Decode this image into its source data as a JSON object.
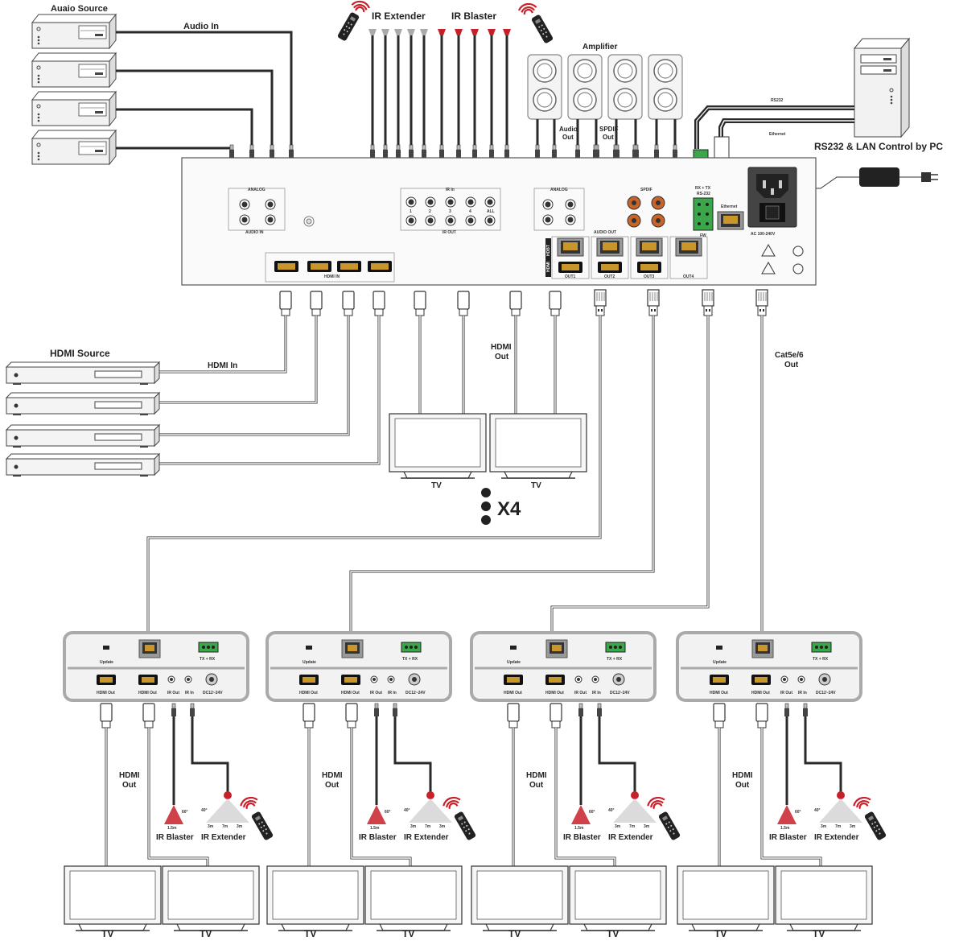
{
  "labels": {
    "audio_source": "Auaio Source",
    "audio_in": "Audio In",
    "ir_extender_top": "IR Extender",
    "ir_blaster_top": "IR Blaster",
    "amplifier": "Amplifier",
    "audio_out_1": "Audio",
    "audio_out_2": "Out",
    "spdif_1": "SPDIF",
    "spdif_2": "Out",
    "rs232_cable": "RS232",
    "ethernet_cable": "Ethernet",
    "pc_control": "RS232 & LAN Control by PC",
    "hdmi_source": "HDMI Source",
    "hdmi_in": "HDMI In",
    "hdmi_out_1": "HDMI",
    "hdmi_out_2": "Out",
    "cat_out_1": "Cat5e/6",
    "cat_out_2": "Out",
    "x4": "X4",
    "tv": "TV"
  },
  "panel": {
    "analog_in": "ANALOG",
    "audio_in": "AUDIO IN",
    "ir_in": "IR In",
    "ir_out": "IR OUT",
    "analog_out": "ANALOG",
    "audio_out": "AUDIO OUT",
    "spdif": "SPDIF",
    "rs232": "RS-232",
    "rxtx": "RX + TX",
    "ethernet": "Ethernet",
    "fw": "FW",
    "hdmi_in": "HDMI IN",
    "ac": "AC 100-240V",
    "out1": "OUT1",
    "out2": "OUT2",
    "out3": "OUT3",
    "out4": "OUT4",
    "hdmi_tag": "HDMI",
    "hdbt_tag": "HDBT",
    "n1": "1",
    "n2": "2",
    "n3": "3",
    "n4": "4",
    "nall": "ALL"
  },
  "receiver": {
    "update": "Update",
    "tx_rx": "TX + RX",
    "hdmi_out": "HDMI Out",
    "hdmi_out2": "HDMI Out",
    "ir_out": "IR Out",
    "ir_in": "IR In",
    "dc": "DC12~24V",
    "hdmi_label_1": "HDMI",
    "hdmi_label_2": "Out",
    "ir_blaster": "IR Blaster",
    "ir_extender": "IR Extender",
    "deg60": "60°",
    "deg40": "40°",
    "d15": "1.5m",
    "d3a": "3m",
    "d7": "7m",
    "d3b": "3m"
  },
  "colors": {
    "cable": "#2a2a2a",
    "device": "#f0f0f0",
    "ir_red": "#c8202a",
    "port_orange": "#c8642a",
    "terminal_green": "#3aa84a",
    "port_gold": "#c8962a"
  }
}
